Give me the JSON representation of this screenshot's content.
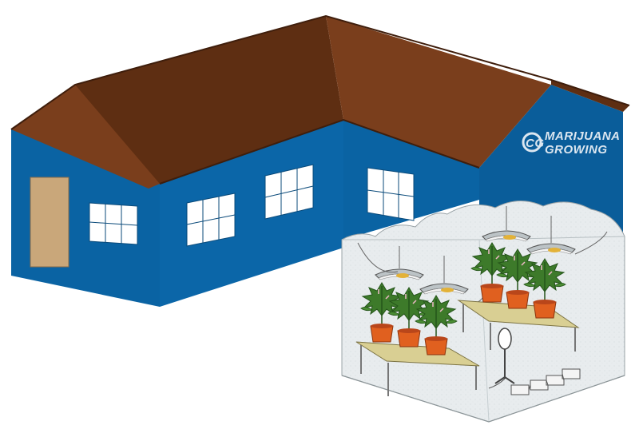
{
  "logo": {
    "monogram": "CG",
    "line1": "MARIJUANA",
    "line2": "GROWING"
  },
  "colors": {
    "wall_blue": "#0a63a3",
    "wall_blue_dark": "#08528a",
    "roof_brown": "#7a3e1c",
    "roof_dark": "#5e2e12",
    "door_tan": "#c9a77a",
    "tent_fill": "#e9eef0",
    "table_top": "#d9cf93",
    "pot_orange": "#e0601f",
    "plant_green": "#3d7a2a"
  },
  "icons": [
    "grow-light-icon",
    "cannabis-plant-icon",
    "oscillating-fan-icon",
    "power-strip-icon"
  ]
}
